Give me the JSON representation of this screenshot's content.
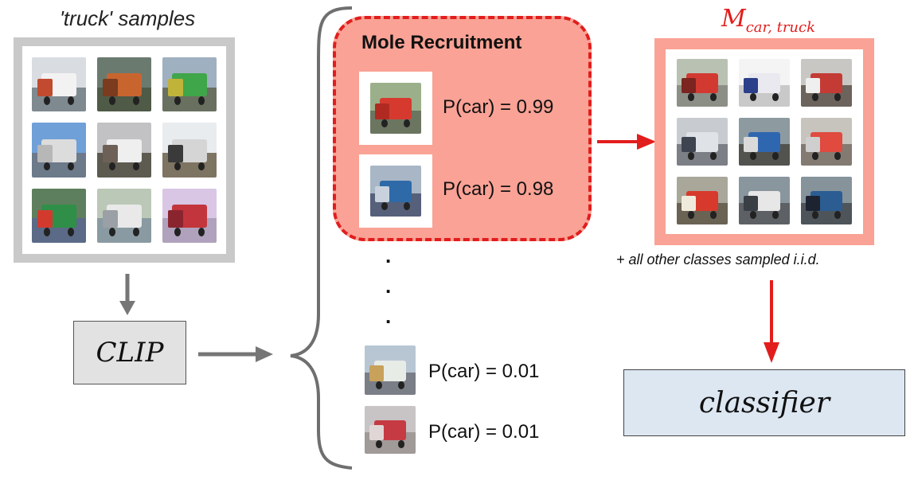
{
  "truck_samples": {
    "title": "'truck' samples",
    "thumbs": [
      {
        "sky": "#d9dde2",
        "ground": "#7f8a90",
        "body": "#f2f2f2",
        "cab": "#c14a2f"
      },
      {
        "sky": "#6b7a6f",
        "ground": "#4f5a47",
        "body": "#c8652f",
        "cab": "#7a3b1f"
      },
      {
        "sky": "#9fb0c0",
        "ground": "#6a7060",
        "body": "#3fa64a",
        "cab": "#c0b33a"
      },
      {
        "sky": "#6fa0d8",
        "ground": "#6c7a8a",
        "body": "#dcdcdc",
        "cab": "#b7b7b7"
      },
      {
        "sky": "#c2c2c4",
        "ground": "#5d5a4f",
        "body": "#efefef",
        "cab": "#6d6157"
      },
      {
        "sky": "#e9ecef",
        "ground": "#7d7462",
        "body": "#d5d5d5",
        "cab": "#3a3a3a"
      },
      {
        "sky": "#5e7f5d",
        "ground": "#5b6a86",
        "body": "#2f8f48",
        "cab": "#d33a2e"
      },
      {
        "sky": "#bcc8b7",
        "ground": "#8a9aa2",
        "body": "#e9e9e9",
        "cab": "#9aa0a5"
      },
      {
        "sky": "#d9c6e5",
        "ground": "#b0a2bc",
        "body": "#c3353c",
        "cab": "#8a2530"
      }
    ]
  },
  "clip": {
    "label": "CLIP"
  },
  "mole": {
    "title": "Mole Recruitment",
    "items": [
      {
        "prob": "P(car) = 0.99",
        "thumb": {
          "sky": "#9bb08a",
          "ground": "#6b7560",
          "body": "#d63a2f",
          "cab": "#b02a22"
        }
      },
      {
        "prob": "P(car) = 0.98",
        "thumb": {
          "sky": "#a8b6c5",
          "ground": "#56607a",
          "body": "#2e6aa8",
          "cab": "#c9d2dc"
        }
      }
    ]
  },
  "dots": [
    ".",
    ".",
    "."
  ],
  "low_items": [
    {
      "prob": "P(car) = 0.01",
      "thumb": {
        "sky": "#b8c6d4",
        "ground": "#7a7e86",
        "body": "#e8ece7",
        "cab": "#c8a15a"
      }
    },
    {
      "prob": "P(car) = 0.01",
      "thumb": {
        "sky": "#c8c3c5",
        "ground": "#a09a98",
        "body": "#c63b43",
        "cab": "#e0d6d6"
      }
    }
  ],
  "m_set": {
    "title": "M",
    "subscript": "car, truck",
    "thumbs": [
      {
        "sky": "#b9c1b3",
        "ground": "#8c8f86",
        "body": "#d23a31",
        "cab": "#7b2420"
      },
      {
        "sky": "#f4f4f4",
        "ground": "#c9c9c9",
        "body": "#e9e9ef",
        "cab": "#2b3f8a"
      },
      {
        "sky": "#c9c7c3",
        "ground": "#6b635c",
        "body": "#c43b35",
        "cab": "#efefef"
      },
      {
        "sky": "#c8ccd1",
        "ground": "#7d7f86",
        "body": "#dfe3e8",
        "cab": "#3e4450"
      },
      {
        "sky": "#8d9aa0",
        "ground": "#52524e",
        "body": "#2f66b0",
        "cab": "#dadada"
      },
      {
        "sky": "#c7c3bd",
        "ground": "#837b72",
        "body": "#e04a3f",
        "cab": "#cfcfcf"
      },
      {
        "sky": "#a9a79a",
        "ground": "#6a6253",
        "body": "#d73a2c",
        "cab": "#f0eadd"
      },
      {
        "sky": "#8a969e",
        "ground": "#5d6065",
        "body": "#e7e7e7",
        "cab": "#3a3f46"
      },
      {
        "sky": "#86939b",
        "ground": "#4d545a",
        "body": "#2b5d93",
        "cab": "#1d2330"
      }
    ]
  },
  "caption": "+ all other classes sampled i.i.d.",
  "classifier": {
    "label": "classifier"
  },
  "colors": {
    "accent_red": "#e21d1d",
    "salmon": "#f9a295",
    "gray_arrow": "#767676"
  }
}
